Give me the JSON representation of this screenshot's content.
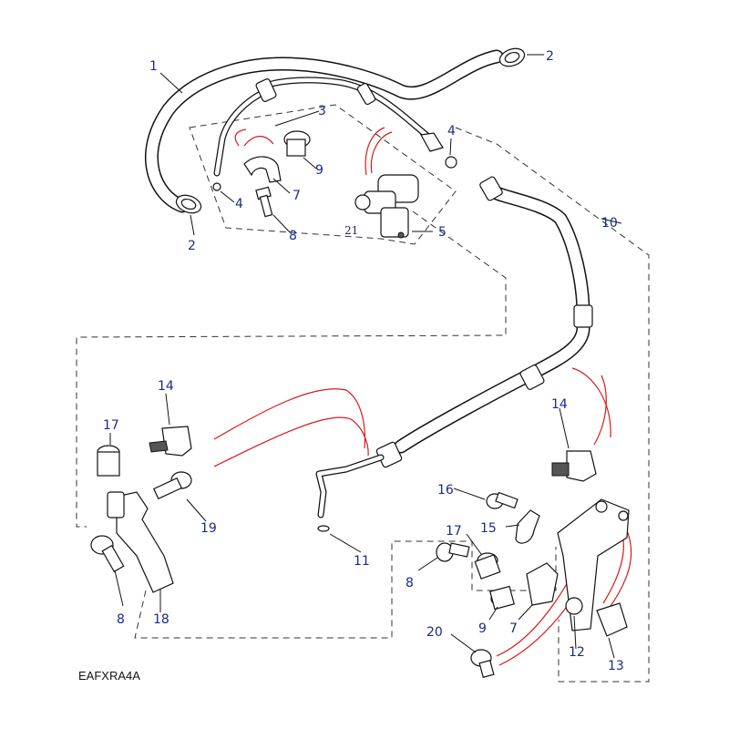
{
  "drawing_code": "EAFXRA4A",
  "callouts": [
    {
      "id": "1",
      "text": "1"
    },
    {
      "id": "2a",
      "text": "2"
    },
    {
      "id": "2b",
      "text": "2"
    },
    {
      "id": "3",
      "text": "3"
    },
    {
      "id": "4a",
      "text": "4"
    },
    {
      "id": "4b",
      "text": "4"
    },
    {
      "id": "5",
      "text": "5"
    },
    {
      "id": "7a",
      "text": "7"
    },
    {
      "id": "7b",
      "text": "7"
    },
    {
      "id": "8a",
      "text": "8"
    },
    {
      "id": "8b",
      "text": "8"
    },
    {
      "id": "8c",
      "text": "8"
    },
    {
      "id": "9a",
      "text": "9"
    },
    {
      "id": "9b",
      "text": "9"
    },
    {
      "id": "10",
      "text": "10"
    },
    {
      "id": "11",
      "text": "11"
    },
    {
      "id": "12",
      "text": "12"
    },
    {
      "id": "13",
      "text": "13"
    },
    {
      "id": "14a",
      "text": "14"
    },
    {
      "id": "14b",
      "text": "14"
    },
    {
      "id": "15",
      "text": "15"
    },
    {
      "id": "16",
      "text": "16"
    },
    {
      "id": "17a",
      "text": "17"
    },
    {
      "id": "17b",
      "text": "17"
    },
    {
      "id": "18",
      "text": "18"
    },
    {
      "id": "19",
      "text": "19"
    },
    {
      "id": "20",
      "text": "20"
    },
    {
      "id": "21",
      "text": "21"
    }
  ],
  "colors": {
    "callout_text": "#1b2a8a",
    "reference_lines": "#d61a1a",
    "linework": "#111111"
  }
}
